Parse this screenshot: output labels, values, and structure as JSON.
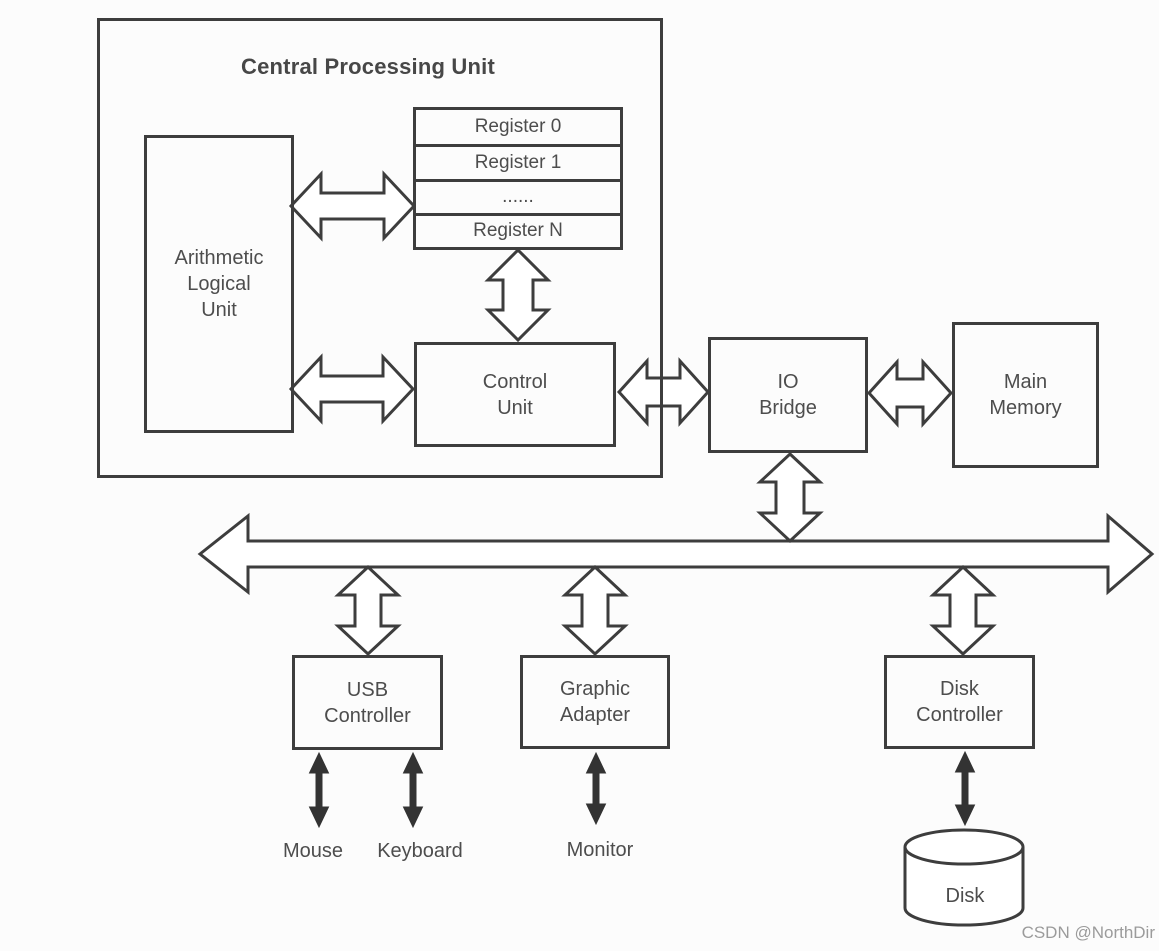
{
  "colors": {
    "line": "#3d3d3d",
    "text": "#4d4d4d",
    "filled_arrow": "#333333",
    "watermark": "#9b9b9b",
    "background": "#fcfcfc"
  },
  "cpu": {
    "title": "Central Processing Unit",
    "alu_label": "Arithmetic\nLogical\nUnit",
    "registers": [
      "Register 0",
      "Register 1",
      "......",
      "Register N"
    ],
    "control_unit_label": "Control\nUnit"
  },
  "memory": {
    "io_bridge_label": "IO\nBridge",
    "main_memory_label": "Main\nMemory"
  },
  "peripherals": {
    "usb_controller_label": "USB\nController",
    "graphic_adapter_label": "Graphic\nAdapter",
    "disk_controller_label": "Disk\nController",
    "mouse_label": "Mouse",
    "keyboard_label": "Keyboard",
    "monitor_label": "Monitor",
    "disk_label": "Disk"
  },
  "watermark": "CSDN @NorthDir"
}
